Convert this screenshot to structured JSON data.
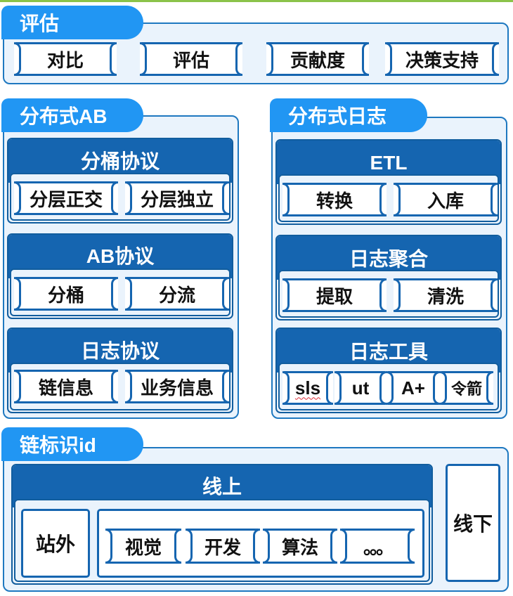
{
  "evaluate": {
    "title": "评估",
    "items": [
      "对比",
      "评估",
      "贡献度",
      "决策支持"
    ]
  },
  "ab": {
    "title": "分布式AB",
    "groups": [
      {
        "title": "分桶协议",
        "items": [
          "分层正交",
          "分层独立"
        ]
      },
      {
        "title": "AB协议",
        "items": [
          "分桶",
          "分流"
        ]
      },
      {
        "title": "日志协议",
        "items": [
          "链信息",
          "业务信息"
        ]
      }
    ]
  },
  "log": {
    "title": "分布式日志",
    "groups": [
      {
        "title": "ETL",
        "items": [
          "转换",
          "入库"
        ]
      },
      {
        "title": "日志聚合",
        "items": [
          "提取",
          "清洗"
        ]
      },
      {
        "title": "日志工具",
        "items": [
          "sls",
          "ut",
          "A+",
          "令箭"
        ]
      }
    ]
  },
  "chain": {
    "title": "链标识id",
    "online": {
      "title": "线上",
      "offsite": "站外",
      "items": [
        "视觉",
        "开发",
        "算法",
        "。。。"
      ]
    },
    "offline": "线下"
  },
  "colors": {
    "tag": "#2196f3",
    "header": "#1565b0",
    "panel_bg": "#eaf3fc",
    "top_accent": "#8bc34a"
  }
}
